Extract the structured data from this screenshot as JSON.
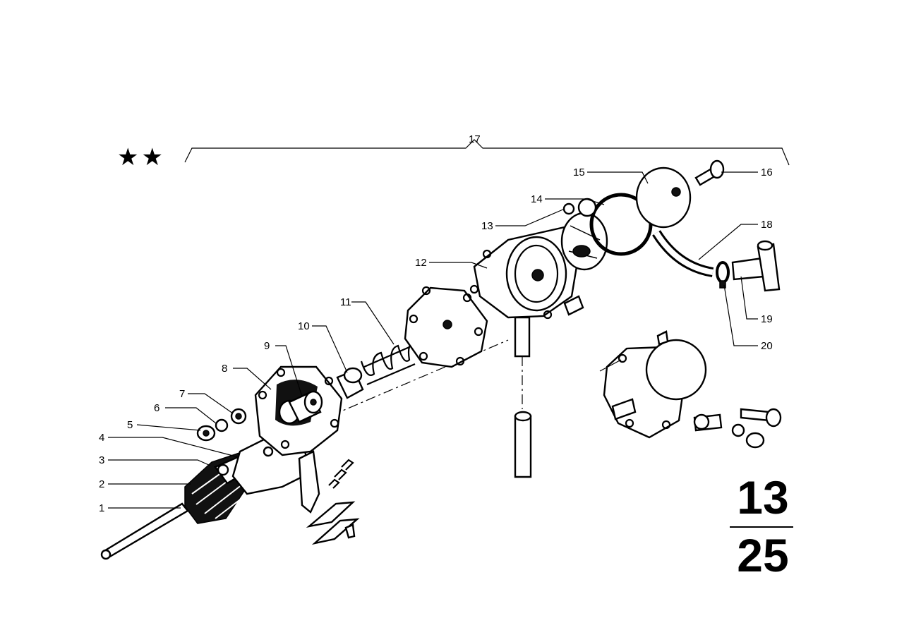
{
  "marker": "★★",
  "group_label": "17",
  "callouts": [
    "1",
    "2",
    "3",
    "4",
    "5",
    "6",
    "7",
    "8",
    "9",
    "10",
    "11",
    "12",
    "13",
    "14",
    "15",
    "16",
    "18",
    "19",
    "20"
  ],
  "page": {
    "section": "13",
    "number": "25"
  }
}
